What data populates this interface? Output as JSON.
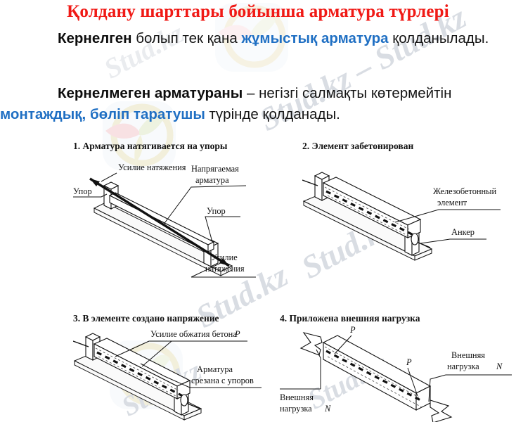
{
  "slide": {
    "title": "Қолдану шарттары бойынша арматура түрлері",
    "title_color": "#f01a16",
    "accent_blue": "#1f6fc3",
    "background": "#ffffff"
  },
  "paragraphs": [
    {
      "id": "para1",
      "runs": [
        {
          "text": "Кернелген",
          "style": "bold"
        },
        {
          "text": " болып тек қана ",
          "style": "normal"
        },
        {
          "text": "жұмыстық арматура",
          "style": "blue"
        },
        {
          "text": " қолданылады.",
          "style": "normal"
        }
      ]
    },
    {
      "id": "para2",
      "runs": [
        {
          "text": "Кернелмеген арматураны",
          "style": "bold"
        },
        {
          "text": " – негізгі салмақты көтермейтін ",
          "style": "normal"
        },
        {
          "text": "монтаждық, бөліп таратушы",
          "style": "blue"
        },
        {
          "text": " түрінде қолданады.",
          "style": "normal"
        }
      ]
    }
  ],
  "figures": [
    {
      "number": "1.",
      "caption": "1. Арматура натягивается на упоры",
      "labels": {
        "force_top": "Усилие натяжения",
        "stop_left": "Упор",
        "tensioned_rebar_l1": "Напрягаемая",
        "tensioned_rebar_l2": "арматура",
        "stop_right": "Упор",
        "force_bottom_l1": "Усилие",
        "force_bottom_l2": "натяжения"
      }
    },
    {
      "number": "2.",
      "caption": "2. Элемент забетонирован",
      "labels": {
        "rc_element_l1": "Железобетонный",
        "rc_element_l2": "элемент",
        "anchor": "Анкер"
      }
    },
    {
      "number": "3.",
      "caption": "3. В элементе создано напряжение",
      "labels": {
        "compression_force": "Усилие обжатия бетона",
        "compression_force_sym": "P",
        "cut_rebar_l1": "Арматура",
        "cut_rebar_l2": "срезана с упоров"
      }
    },
    {
      "number": "4.",
      "caption": "4. Приложена внешняя нагрузка",
      "labels": {
        "p_top": "P",
        "p_mid": "P",
        "ext_load_left_l1": "Внешняя",
        "ext_load_left_l2": "нагрузка",
        "ext_load_left_sym": "N",
        "ext_load_right_l1": "Внешняя",
        "ext_load_right_l2": "нагрузка",
        "ext_load_right_sym": "N"
      }
    }
  ],
  "watermarks": {
    "text": "Stud.kz",
    "separator": "–",
    "combined": "Stud.kz – Stud.kz",
    "color": "#d9dde3",
    "logo_name": "stud-kz-logo"
  }
}
